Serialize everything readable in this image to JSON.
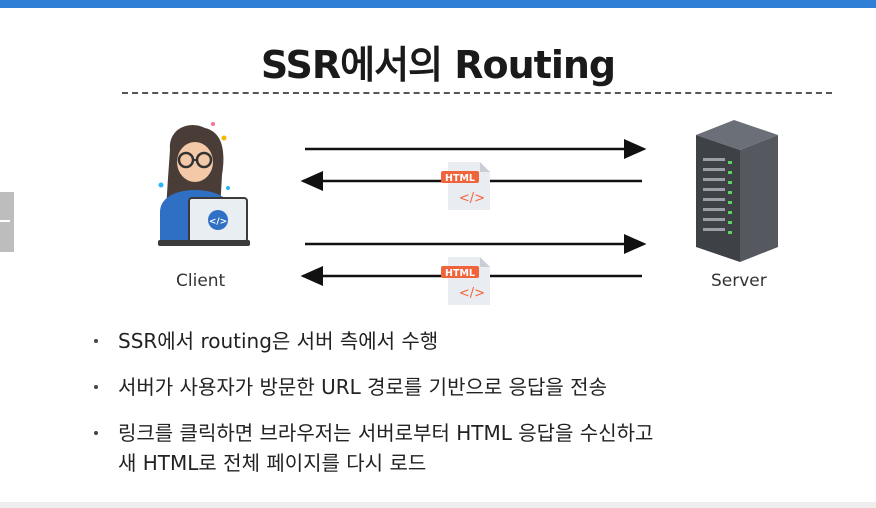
{
  "title": "SSR에서의 Routing",
  "client_label": "Client",
  "server_label": "Server",
  "html_badge_1": "HTML",
  "html_badge_2": "HTML",
  "code_glyph_1": "</>",
  "code_glyph_2": "</>",
  "bullets": [
    "SSR에서 routing은 서버 측에서 수행",
    "서버가 사용자가 방문한 URL 경로를 기반으로 응답을 전송",
    "링크를 클릭하면 브라우저는 서버로부터 HTML 응답을 수신하고",
    "새 HTML로 전체 페이지를 다시 로드"
  ],
  "colors": {
    "top_bar": "#2f7fd6",
    "html_badge": "#f0643c",
    "server": "#4d5157",
    "server_led": "#5fd35f"
  }
}
